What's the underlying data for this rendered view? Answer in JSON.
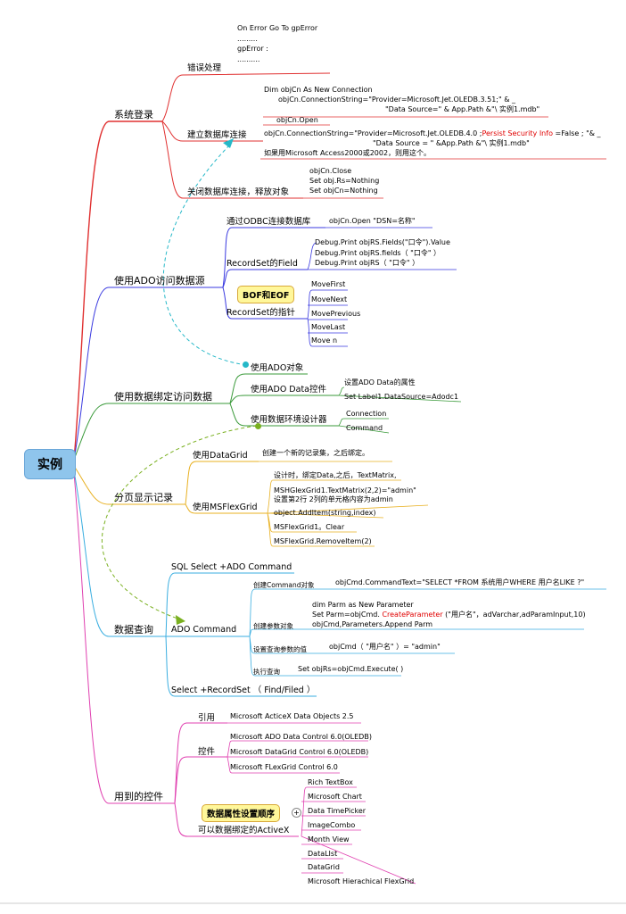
{
  "root": "实例",
  "login": {
    "title": "系统登录",
    "error_handling": "错误处理",
    "error_code": [
      "On Error Go To gpError",
      ".........",
      "gpError :",
      ".........."
    ],
    "connect": "建立数据库连接",
    "connect_code1": [
      "Dim   objCn As New Connection",
      "objCn.ConnectionString=\"Provider=Microsoft.Jet.OLEDB.3.51;\"  &  _",
      "\"Data Source=\"  & App.Path &\"\\ 实例1.mdb\""
    ],
    "connect_open": "objCn.Open",
    "connect_code2_a": "objCn.ConnectionString=\"Provider=Microsoft.Jet.OLEDB.4.0   ;",
    "connect_code2_red": "Persist Security Info",
    "connect_code2_b": " =False ; \"&  _",
    "connect_code2_c": "\"Data Source = \" &App.Path &\"\\ 实例1.mdb\"",
    "connect_note": "如果用Microsoft   Access2000或2002，则用这个。",
    "close": "关闭数据库连接，释放对象",
    "close_code": [
      "objCn.Close",
      "Set  obj.Rs=Nothing",
      "Set objCn=Nothing"
    ]
  },
  "ado": {
    "title": "使用ADO访问数据源",
    "odbc": "通过ODBC连接数据库",
    "odbc_code": "objCn.Open   \"DSN=名称\"",
    "field": "RecordSet的Field",
    "field_code": [
      "Debug.Print   objRS.Fields(\"口令\").Value",
      "Debug.Print    objRS.fields（ \"口令\" ）",
      "Debug.Print    objRS（  \"口令\"  ）"
    ],
    "bof_callout": "BOF和EOF",
    "pointer": "RecordSet的指针",
    "moves": [
      "MoveFirst",
      "MoveNext",
      "MovePrevious",
      "MoveLast",
      "Move n"
    ]
  },
  "binding": {
    "title": "使用数据绑定访问数据",
    "ado_object": "使用ADO对象",
    "ado_control": "使用ADO  Data控件",
    "ado_control_items": [
      "设置ADO  Data的属性",
      "Set Label1.DataSource=Adodc1"
    ],
    "env": "使用数据环境设计器",
    "env_items": [
      "Connection",
      "Command"
    ]
  },
  "paging": {
    "title": "分页显示记录",
    "datagrid": "使用DataGrid",
    "datagrid_note": "创建一个新的记录集，之后绑定。",
    "msflex": "使用MSFlexGrid",
    "msflex_items": [
      "设计时，绑定Data,之后，TextMatrix,",
      "MSHGlexGrid1.TextMatrix(2,2)=\"admin\"",
      "设置第2行 2列的单元格内容为admin",
      "object.AddItem(string,index)",
      "MSFlexGrid1。Clear",
      "MSFlexGrid.RemoveItem(2)"
    ]
  },
  "query": {
    "title": "数据查询",
    "sql_select": "SQL Select +ADO Command",
    "ado_command": "ADO Command",
    "create_cmd": "创建Command对象",
    "create_cmd_code": "objCmd.CommandText=\"SELECT  *FROM  系统用户WHERE 用户名LIKE ?\"",
    "create_param": "创建参数对象",
    "param_code1": "dim Parm  as New Parameter",
    "param_code2_a": "Set Parm=objCmd. ",
    "param_code2_red": "CreateParameter",
    "param_code2_b": " (\"用户名\"，adVarchar,adParamInput,10)",
    "param_code3": "objCmd,Parameters.Append Parm",
    "set_param": "设置查询参数的值",
    "set_param_code": "objCmd（  \"用户名\"  ）= \"admin\"",
    "exec": "执行查询",
    "exec_code": "Set objRs=objCmd.Execute( )",
    "recordset": "Select +RecordSet （ Find/Filed ）"
  },
  "controls": {
    "title": "用到的控件",
    "ref": "引用",
    "ref_item": "Microsoft ActiceX Data Objects 2.5",
    "ctrl": "控件",
    "ctrl_items": [
      "Microsoft ADO Data Control 6.0(OLEDB)",
      "Microsoft DataGrid Control 6.0(OLEDB)",
      "Microsoft FLexGrid Control 6.0"
    ],
    "order_callout": "数据属性设置顺序",
    "bindable": "可以数据绑定的ActiveX",
    "plus": "+",
    "bindable_items": [
      "Rich TextBox",
      "Microsoft Chart",
      "Data TimePicker",
      "ImageCombo",
      "Month View",
      "DataLIst",
      "DataGrid",
      "Microsoft Hierachical FlexGrid"
    ]
  }
}
